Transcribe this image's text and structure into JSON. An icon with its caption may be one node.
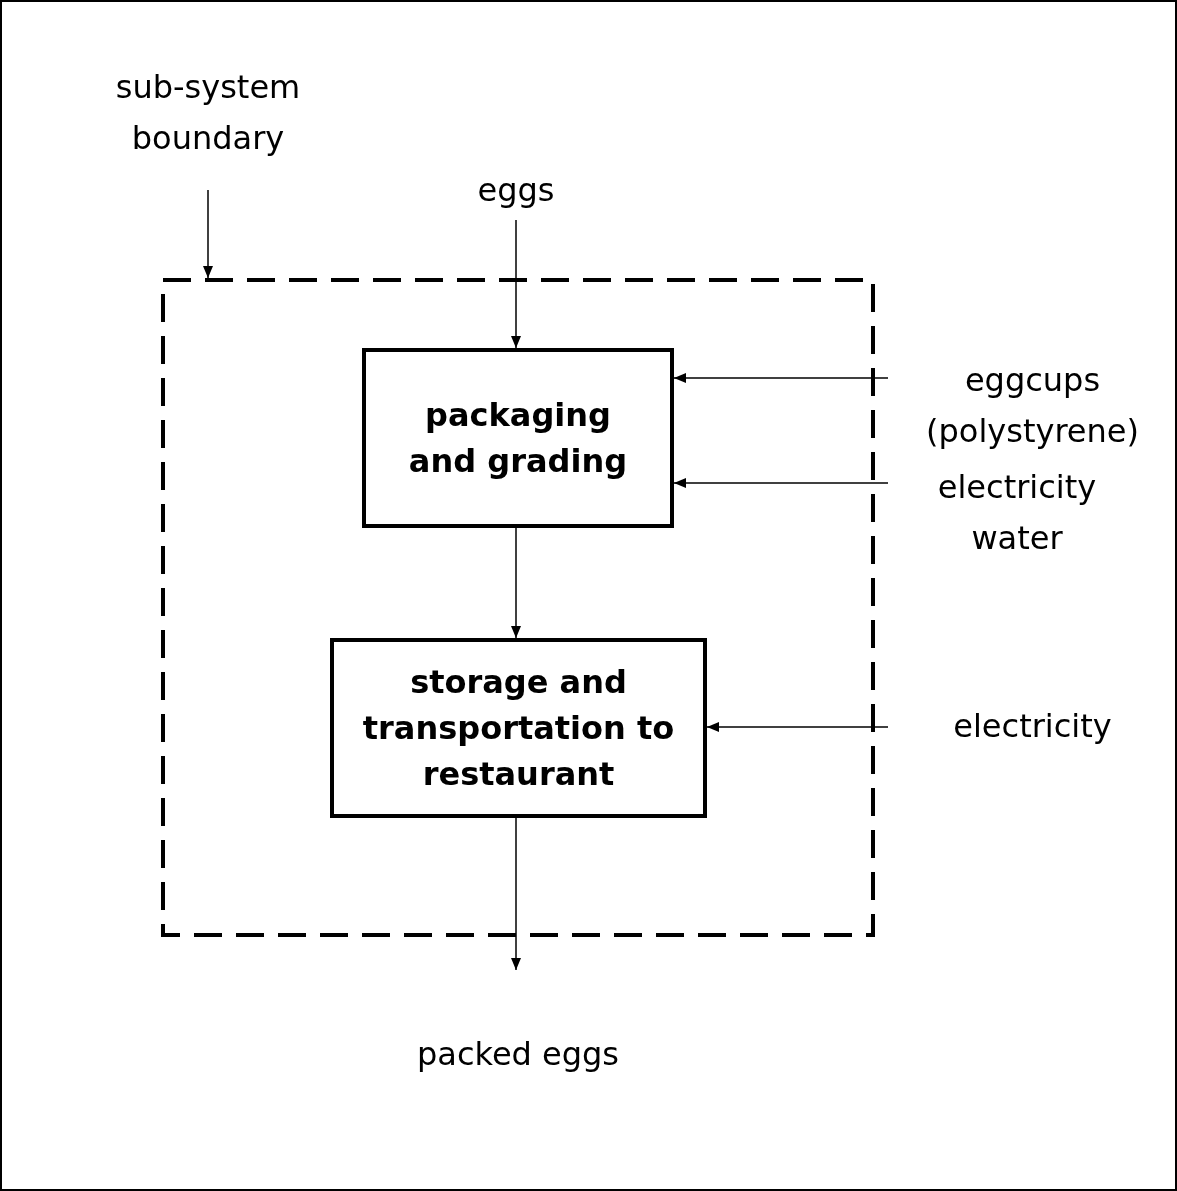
{
  "diagram": {
    "nodes": [
      {
        "text": [
          "sub-system boundary"
        ]
      },
      {
        "text": [
          "eggs"
        ]
      },
      {
        "text": [],
        "shape": "box"
      },
      {
        "text": [
          "packaging and grading"
        ],
        "in": 2
      },
      {
        "text": [
          "storage and transportation to restaurant"
        ],
        "in": 2
      },
      {
        "text": [
          "eggcups (polystyrene)"
        ]
      },
      {
        "text": [
          "electricity water"
        ]
      },
      {
        "text": [
          "electricity"
        ]
      },
      {
        "text": [
          "packed eggs"
        ]
      }
    ],
    "edges": [
      {
        "from": 0,
        "to": 2,
        "arrow": "to"
      },
      {
        "from": 1,
        "to": 3,
        "arrow": "to"
      },
      {
        "from": 5,
        "to": 3,
        "arrow": "to"
      },
      {
        "from": 6,
        "to": 3,
        "arrow": "to"
      },
      {
        "from": 3,
        "to": 4,
        "arrow": "to"
      },
      {
        "from": 7,
        "to": 4,
        "arrow": "to"
      },
      {
        "from": 4,
        "to": 8,
        "arrow": "to"
      }
    ]
  }
}
